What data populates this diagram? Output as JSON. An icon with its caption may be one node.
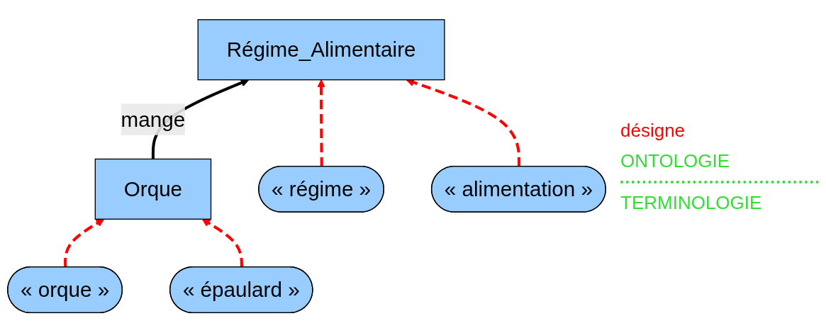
{
  "diagram": {
    "nodes": [
      {
        "text": [
          "Orque"
        ]
      },
      {
        "text": [
          "Régime_Alimentaire"
        ]
      },
      {
        "text": [
          "« orque »"
        ]
      },
      {
        "text": [
          "« épaulard »"
        ]
      },
      {
        "text": [
          "« régime »"
        ]
      },
      {
        "text": [
          "« alimentation »"
        ]
      }
    ],
    "edges": [
      {
        "from": 0,
        "to": 1,
        "arrow": "to",
        "label": "mange",
        "color": "#000000"
      },
      {
        "from": 2,
        "to": 0,
        "arrow": "to",
        "style": "dashed",
        "color": "#ff0000"
      },
      {
        "from": 3,
        "to": 0,
        "arrow": "to",
        "style": "dashed",
        "color": "#ff0000"
      },
      {
        "from": 4,
        "to": 1,
        "arrow": "to",
        "style": "dashed",
        "color": "#ff0000"
      },
      {
        "from": 5,
        "to": 1,
        "arrow": "to",
        "style": "dashed",
        "color": "#ff0000"
      }
    ],
    "labels": [
      "désigne",
      "ONTOLOGIE",
      "TERMINOLOGIE"
    ]
  }
}
